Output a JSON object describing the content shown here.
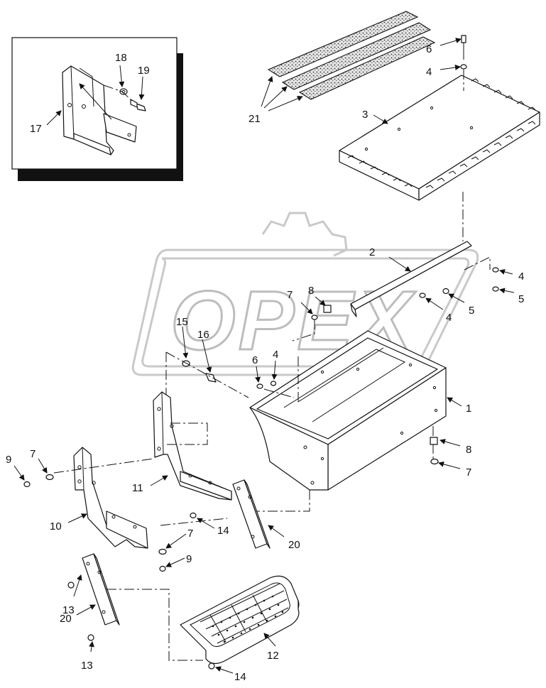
{
  "watermark": {
    "text": "OPEX"
  },
  "inset": {
    "parts": [
      "17",
      "18",
      "19"
    ]
  },
  "callouts": {
    "c1": "1",
    "c2": "2",
    "c3": "3",
    "c4a": "4",
    "c4b": "4",
    "c4c": "4",
    "c4d": "4",
    "c5a": "5",
    "c5b": "5",
    "c6a": "6",
    "c6b": "6",
    "c7a": "7",
    "c7b": "7",
    "c7c": "7",
    "c7d": "7",
    "c8a": "8",
    "c8b": "8",
    "c9a": "9",
    "c9b": "9",
    "c10": "10",
    "c11": "11",
    "c12": "12",
    "c13a": "13",
    "c13b": "13",
    "c14a": "14",
    "c14b": "14",
    "c15": "15",
    "c16": "16",
    "c17": "17",
    "c18": "18",
    "c19": "19",
    "c20a": "20",
    "c20b": "20",
    "c21": "21"
  }
}
